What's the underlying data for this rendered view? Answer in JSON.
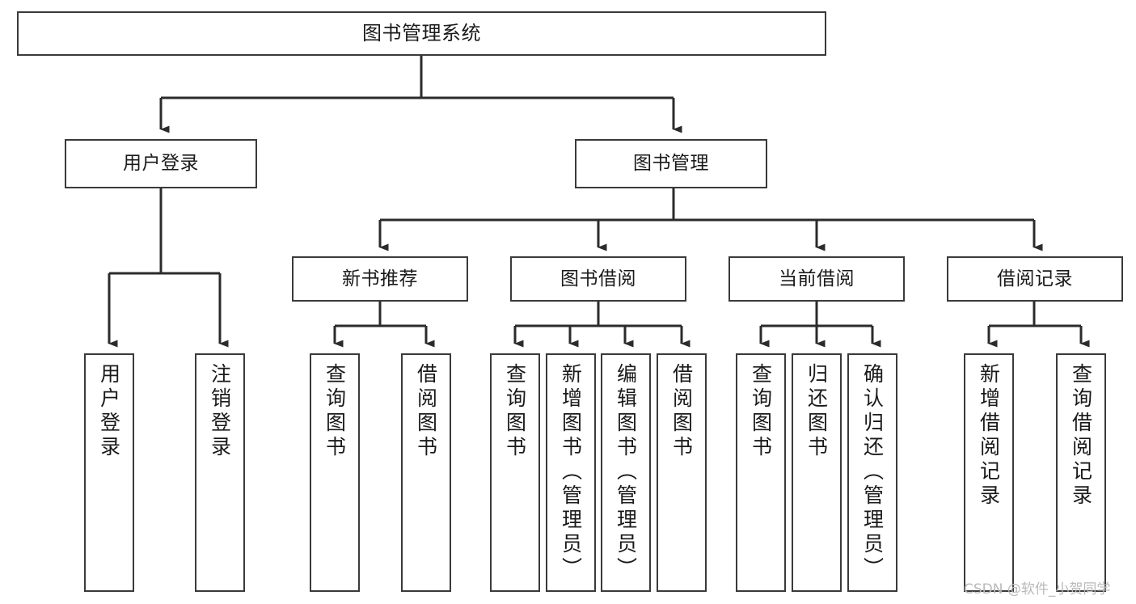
{
  "diagram": {
    "type": "tree-hierarchy-flowchart",
    "title": "图书管理系统",
    "colors": {
      "background": "#ffffff",
      "box_border": "#3a3a3a",
      "connector": "#2b2b2b",
      "text": "#1a1a1a",
      "watermark": "#b9b9b9"
    },
    "watermark": "CSDN @软件_小贺同学",
    "nodes": {
      "root": {
        "label": "图书管理系统"
      },
      "level1": [
        {
          "label": "用户登录"
        },
        {
          "label": "图书管理"
        }
      ],
      "level2": [
        {
          "label": "新书推荐"
        },
        {
          "label": "图书借阅"
        },
        {
          "label": "当前借阅"
        },
        {
          "label": "借阅记录"
        }
      ],
      "leaves_user_login": [
        {
          "label": "用户登录"
        },
        {
          "label": "注销登录"
        }
      ],
      "leaves_new_book": [
        {
          "label": "查询图书"
        },
        {
          "label": "借阅图书"
        }
      ],
      "leaves_borrow": [
        {
          "label": "查询图书"
        },
        {
          "label": "新增图书（管理员）"
        },
        {
          "label": "编辑图书（管理员）"
        },
        {
          "label": "借阅图书"
        }
      ],
      "leaves_current": [
        {
          "label": "查询图书"
        },
        {
          "label": "归还图书"
        },
        {
          "label": "确认归还（管理员）"
        }
      ],
      "leaves_records": [
        {
          "label": "新增借阅记录"
        },
        {
          "label": "查询借阅记录"
        }
      ]
    }
  }
}
